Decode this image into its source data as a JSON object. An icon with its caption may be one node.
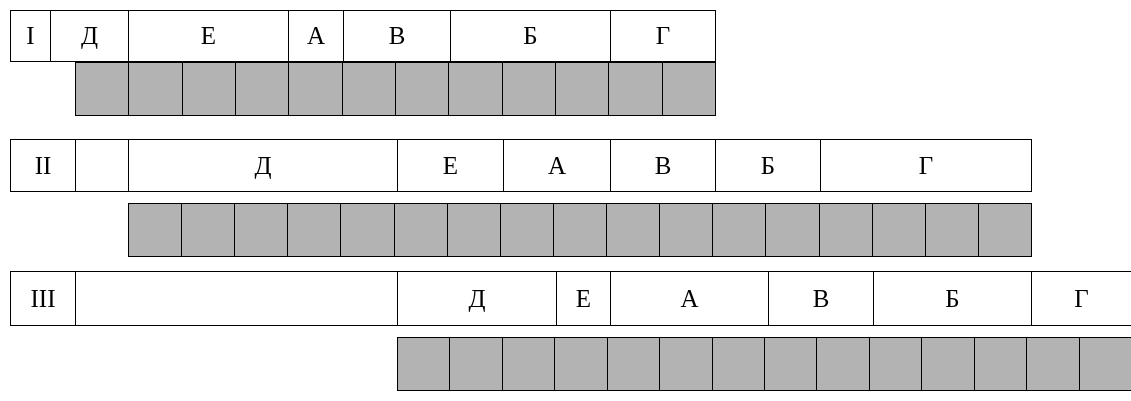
{
  "diagram": {
    "labels": [
      "I",
      "Д",
      "Е",
      "А",
      "В",
      "Б",
      "Г",
      "II",
      "Д",
      "Е",
      "А",
      "В",
      "Б",
      "Г",
      "III",
      "Д",
      "Е",
      "А",
      "В",
      "Б",
      "Г"
    ]
  }
}
